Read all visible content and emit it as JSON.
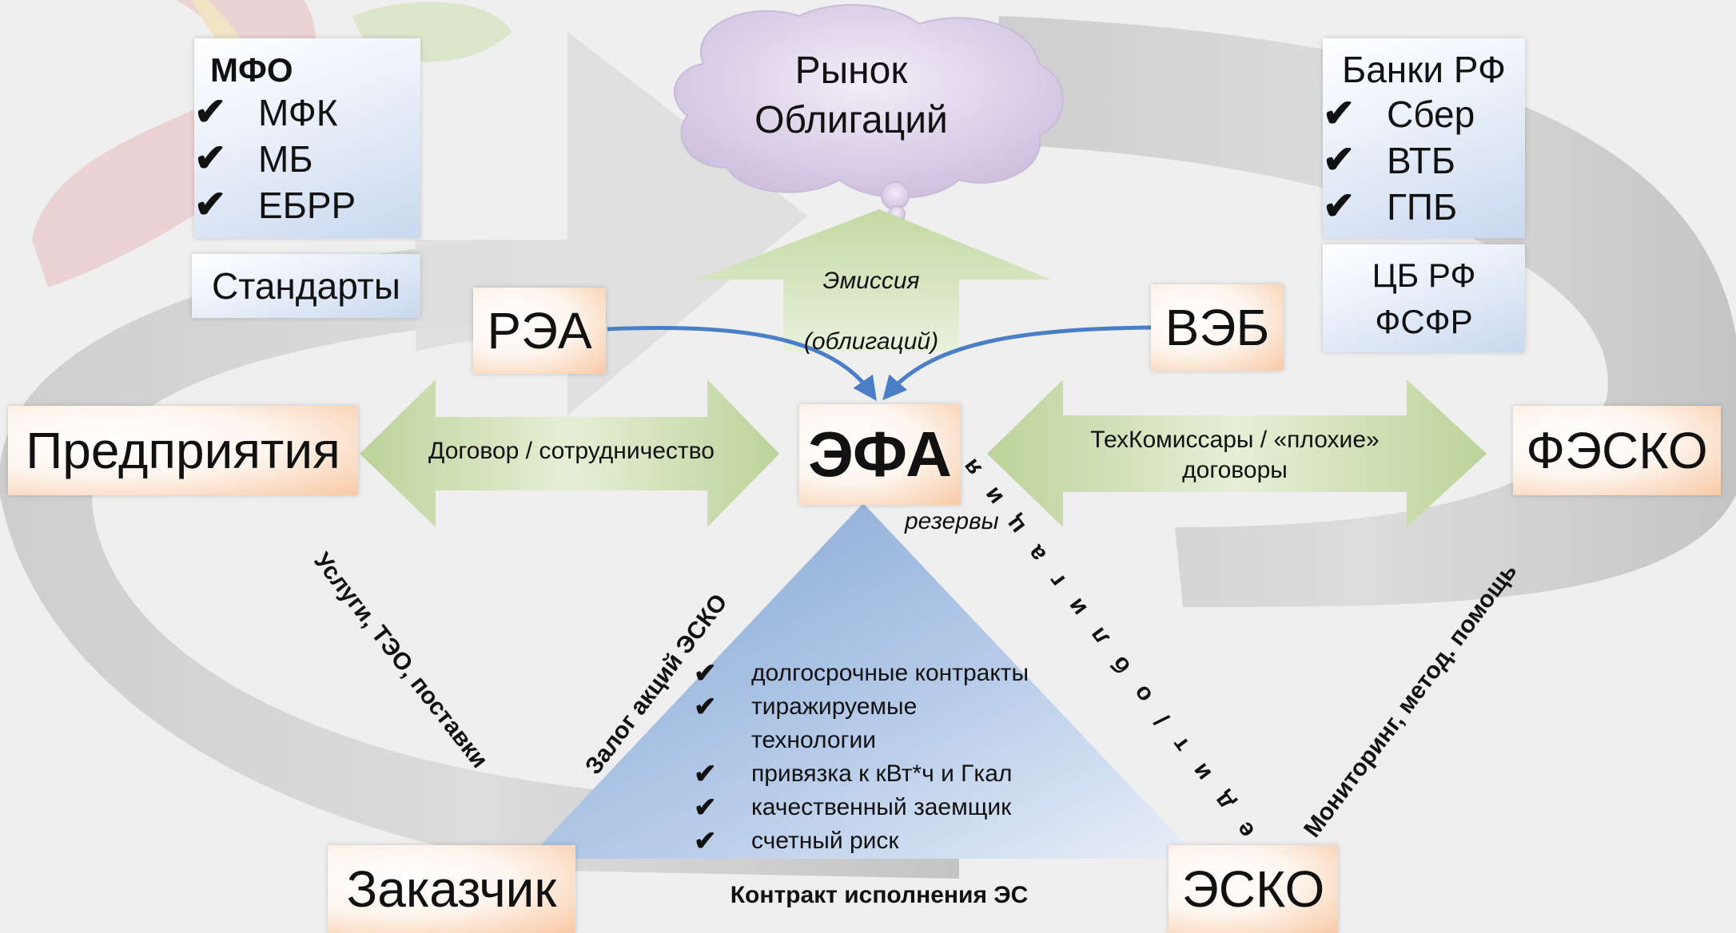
{
  "mfo": {
    "title": "МФО",
    "items": [
      "МФК",
      "МБ",
      "ЕБРР"
    ]
  },
  "standards": "Стандарты",
  "bond_market": {
    "line1": "Рынок",
    "line2": "Облигаций"
  },
  "banks": {
    "title": "Банки РФ",
    "items": [
      "Сбер",
      "ВТБ",
      "ГПБ"
    ]
  },
  "regulators": {
    "line1": "ЦБ РФ",
    "line2": "ФСФР"
  },
  "emission": {
    "line1": "Эмиссия",
    "line2": "(облигаций)"
  },
  "rea": "РЭА",
  "veb": "ВЭБ",
  "enterprises": "Предприятия",
  "agreement_label": "Договор / сотрудничество",
  "efa": "ЭФА",
  "techcom": {
    "line1": "ТехКомиссары / «плохие»",
    "line2": "договоры"
  },
  "fesko": "ФЭСКО",
  "reserves": "резервы",
  "services_label": "Услуги, ТЭО, поставки",
  "pledge_label": "Залог акций ЭСКО",
  "credit_label": "Кредит/облигация",
  "monitoring_label": "Мониторинг, метод. помощь",
  "triangle_items": [
    "долгосрочные контракты",
    "тиражируемые",
    "технологии",
    "привязка к кВт*ч и Гкал",
    "качественный заемщик",
    "счетный риск"
  ],
  "triangle_checked": [
    true,
    true,
    false,
    true,
    true,
    true
  ],
  "customer": "Заказчик",
  "esko": "ЭСКО",
  "contract_label": "Контракт исполнения ЭС",
  "check_mark": "✔",
  "colors": {
    "box_gradient_edge": "#f9c9a4",
    "blue_box": "#c9d8ef",
    "green_arrow": "#cfe0b0",
    "triangle": "#8fb0d8",
    "connector": "#4a7fc7"
  }
}
